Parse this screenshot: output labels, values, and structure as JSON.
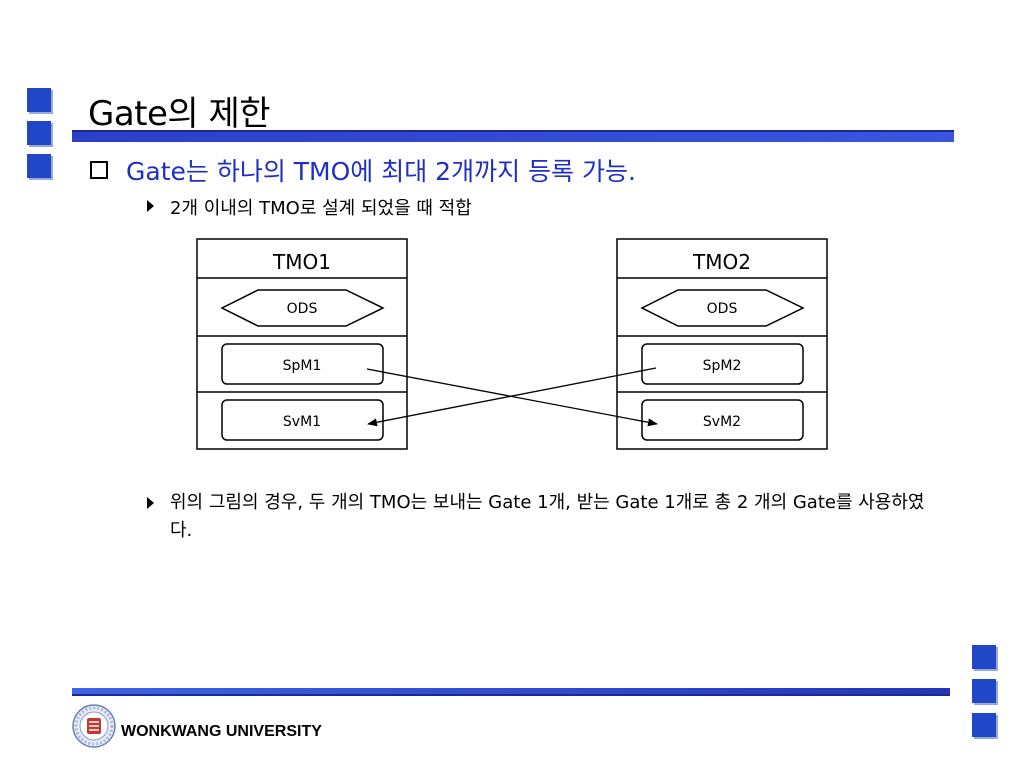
{
  "slide": {
    "title": "Gate의 제한",
    "bullet": "Gate는 하나의 TMO에 최대 2개까지 등록 가능.",
    "sub_items": [
      "2개 이내의 TMO로 설계 되었을 때 적합",
      "위의 그림의 경우, 두 개의 TMO는  보내는 Gate 1개, 받는 Gate 1개로 총 2 개의 Gate를 사용하였다."
    ]
  },
  "diagram": {
    "tmos": [
      {
        "title": "TMO1",
        "ods": "ODS",
        "spm": "SpM1",
        "svm": "SvM1"
      },
      {
        "title": "TMO2",
        "ods": "ODS",
        "spm": "SpM2",
        "svm": "SvM2"
      }
    ]
  },
  "footer": {
    "university": "WONKWANG UNIVERSITY"
  },
  "colors": {
    "accent": "#1f47c8",
    "bullet_text": "#1f2fc4"
  }
}
